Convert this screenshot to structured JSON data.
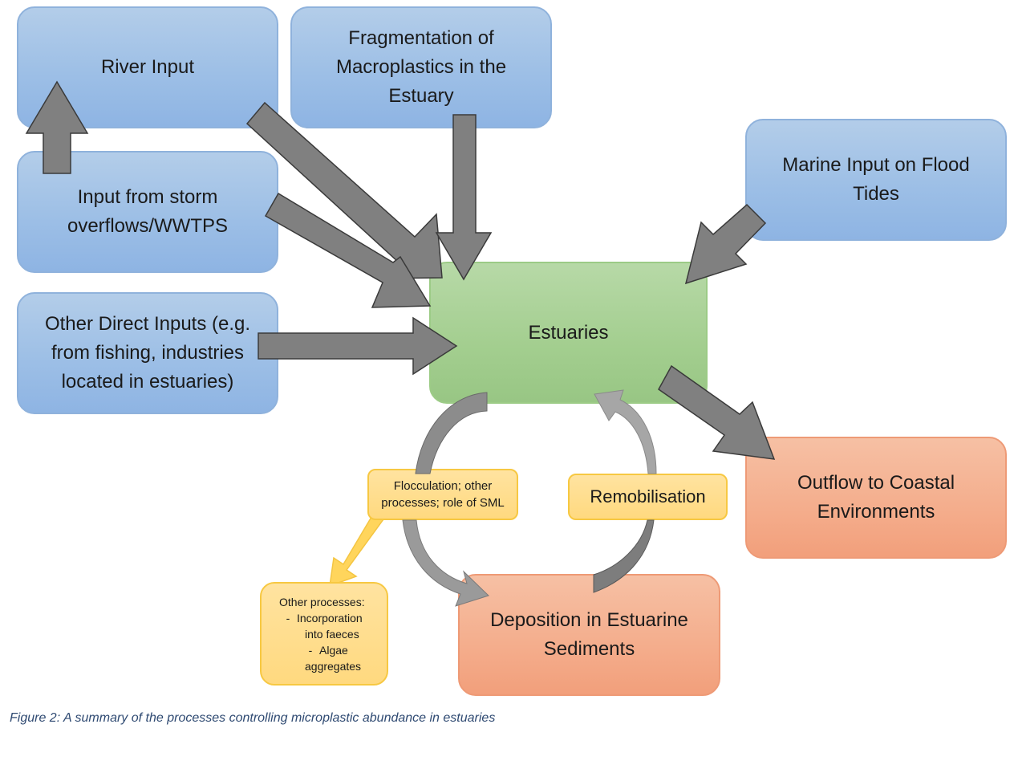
{
  "boxes": {
    "river_input": [
      "River Input"
    ],
    "fragmentation": [
      "Fragmentation of",
      "Macroplastics in the",
      "Estuary"
    ],
    "marine_input": [
      "Marine Input on Flood",
      "Tides"
    ],
    "storm_overflows": [
      "Input from storm",
      "overflows/WWTPS"
    ],
    "other_direct": [
      "Other Direct Inputs (e.g.",
      "from fishing, industries",
      "located in estuaries)"
    ],
    "estuaries": [
      "Estuaries"
    ],
    "outflow": [
      "Outflow to Coastal",
      "Environments"
    ],
    "deposition": [
      "Deposition in Estuarine",
      "Sediments"
    ],
    "flocculation": [
      "Flocculation; other",
      "processes; role of SML"
    ],
    "remobilisation": [
      "Remobilisation"
    ],
    "other_processes": {
      "heading": "Other processes:",
      "items": [
        {
          "bullet": "-",
          "line1": "Incorporation",
          "line2": "into faeces"
        },
        {
          "bullet": "-",
          "line1": "Algae",
          "line2": "aggregates"
        }
      ]
    }
  },
  "caption": "Figure 2: A summary of the processes controlling microplastic abundance in estuaries",
  "colors": {
    "input_box": "#9dbfe6",
    "estuary_box": "#a3ce8f",
    "output_box": "#f4ad8c",
    "process_box": "#ffd97f",
    "arrow_dark": "#808080",
    "arrow_light": "#a0a0a0",
    "arrow_yellow": "#ffd55c",
    "caption_text": "#2f4a72"
  }
}
